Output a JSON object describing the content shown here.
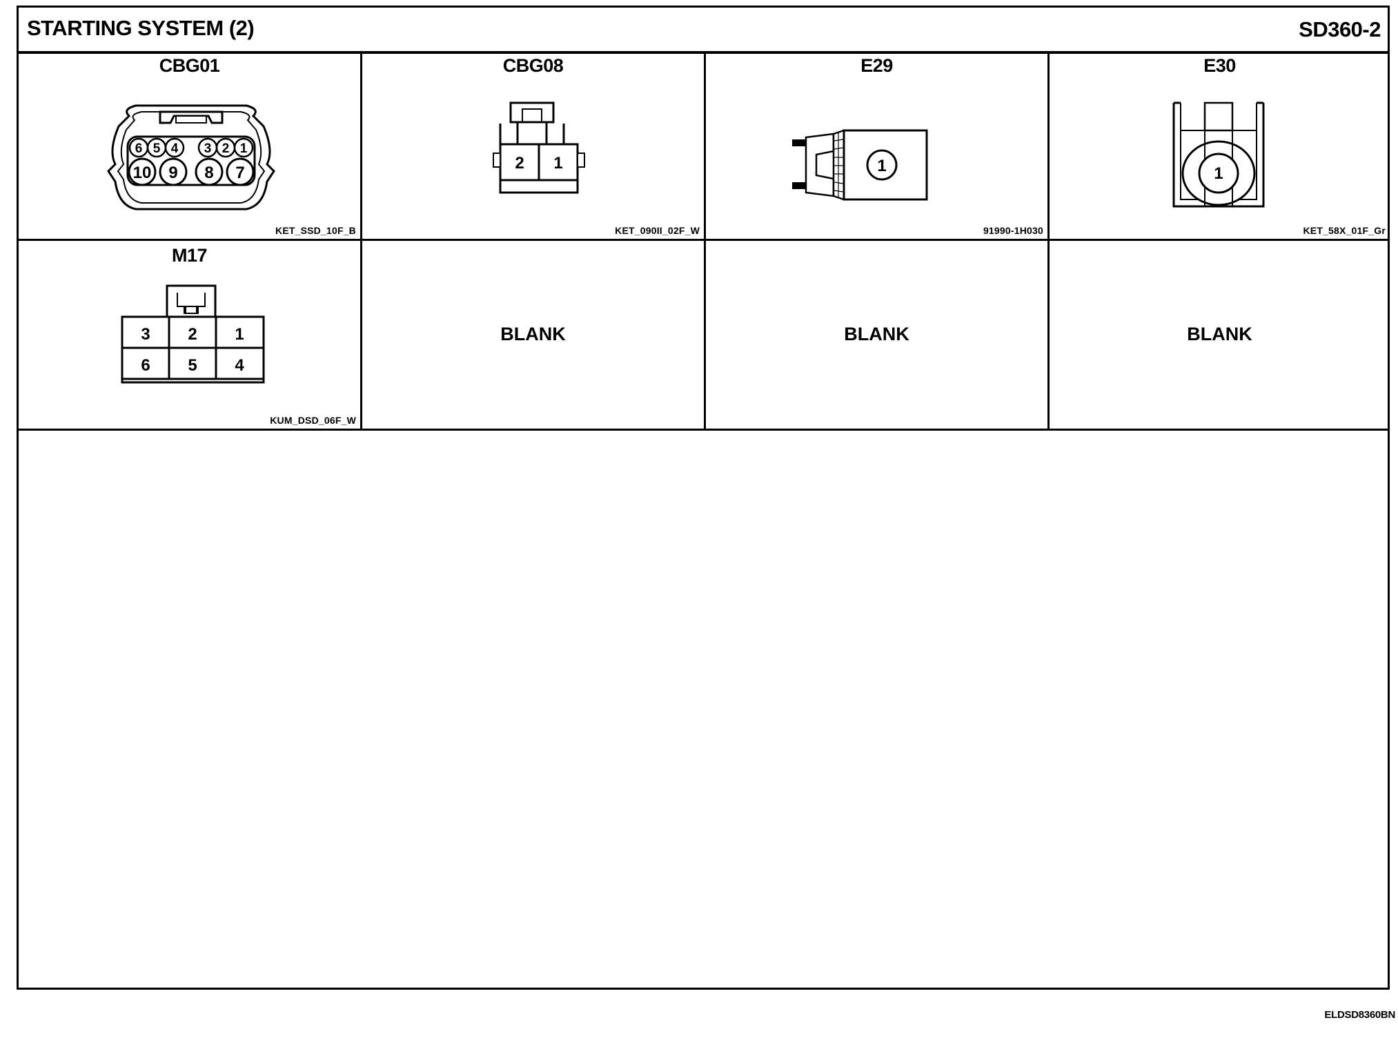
{
  "header": {
    "title": "STARTING SYSTEM (2)",
    "page_code": "SD360-2"
  },
  "connectors": [
    {
      "name": "CBG01",
      "part_number": "KET_SSD_10F_B",
      "pins": [
        "6",
        "5",
        "4",
        "3",
        "2",
        "1",
        "10",
        "9",
        "8",
        "7"
      ]
    },
    {
      "name": "CBG08",
      "part_number": "KET_090II_02F_W",
      "pins": [
        "2",
        "1"
      ]
    },
    {
      "name": "E29",
      "part_number": "91990-1H030",
      "pins": [
        "1"
      ]
    },
    {
      "name": "E30",
      "part_number": "KET_58X_01F_Gr",
      "pins": [
        "1"
      ]
    },
    {
      "name": "M17",
      "part_number": "KUM_DSD_06F_W",
      "pins": [
        "3",
        "2",
        "1",
        "6",
        "5",
        "4"
      ]
    }
  ],
  "blank_cells": [
    "BLANK",
    "BLANK",
    "BLANK"
  ],
  "footer": {
    "drawing_code": "ELDSD8360BN"
  }
}
